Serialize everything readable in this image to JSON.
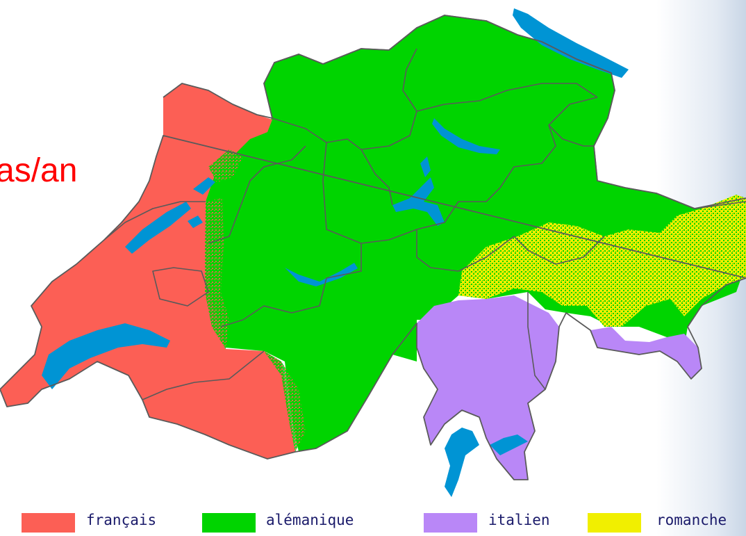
{
  "title_fragment": "as/an",
  "colors": {
    "francais": "#fc5f55",
    "alemanique": "#00d400",
    "italien": "#b987f7",
    "romanche": "#f1ef00",
    "water": "#0094d4",
    "border": "#5a5a5a",
    "title": "#ff0000",
    "legend_text": "#1a1a6a"
  },
  "legend": {
    "items": [
      {
        "key": "francais",
        "label": "français"
      },
      {
        "key": "alemanique",
        "label": "alémanique"
      },
      {
        "key": "italien",
        "label": "italien"
      },
      {
        "key": "romanche",
        "label": "romanche"
      }
    ]
  }
}
